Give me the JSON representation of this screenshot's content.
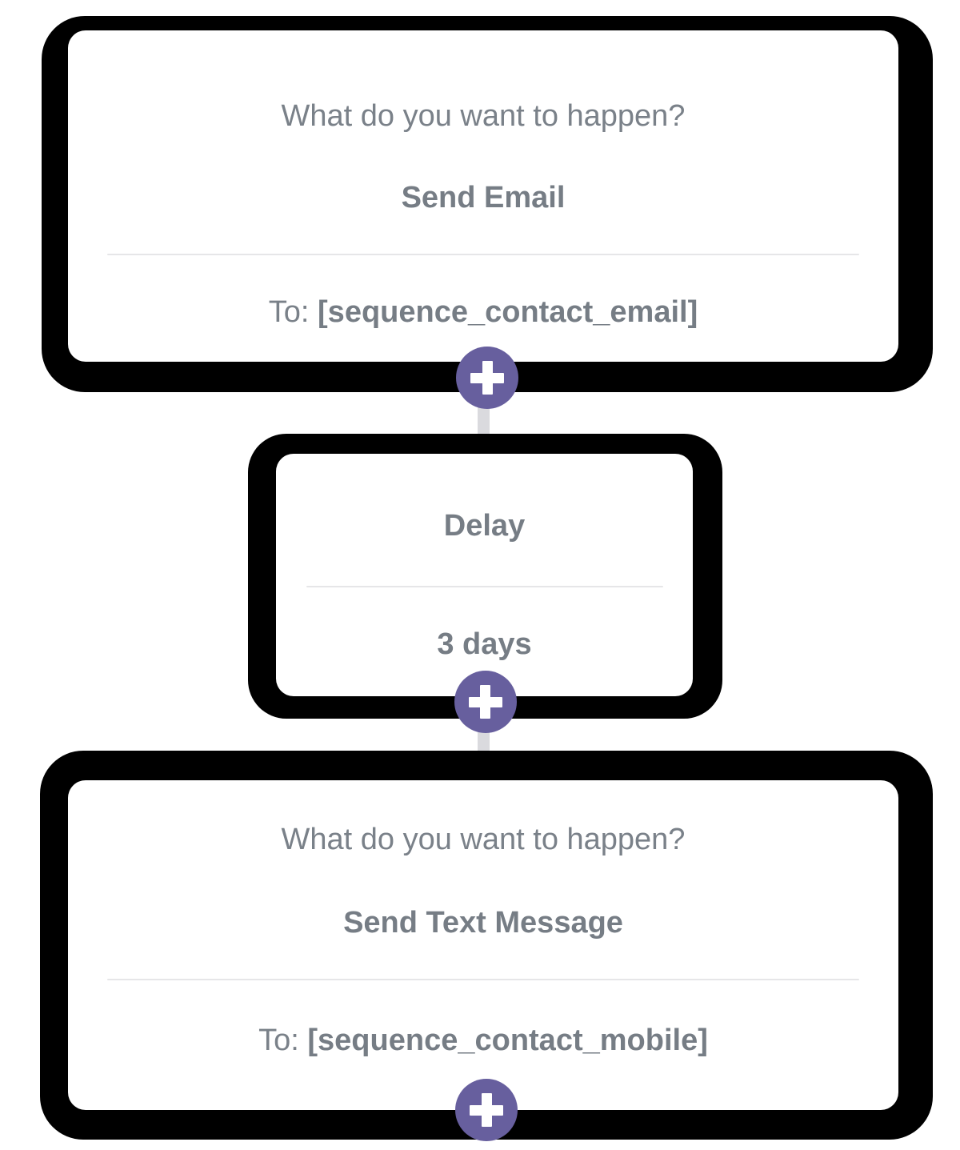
{
  "theme": {
    "accent_color": "#675f9e",
    "outline_color": "#000000",
    "card_color": "#ffffff",
    "text_color": "#7a8189",
    "bold_text_color": "#767d85",
    "divider_color": "#e6e6e8",
    "connector_color": "#dadade"
  },
  "sequence": {
    "steps": [
      {
        "id": "step-send-email",
        "prompt": "What do you want to happen?",
        "action": "Send Email",
        "detail_label": "To: ",
        "detail_token": "[sequence_contact_email]",
        "add_icon": "plus-icon",
        "add_label": "Add step after Send Email"
      },
      {
        "id": "step-delay",
        "action": "Delay",
        "detail_value": "3 days",
        "add_icon": "plus-icon",
        "add_label": "Add step after Delay"
      },
      {
        "id": "step-send-text-message",
        "prompt": "What do you want to happen?",
        "action": "Send Text Message",
        "detail_label": "To: ",
        "detail_token": "[sequence_contact_mobile]",
        "add_icon": "plus-icon",
        "add_label": "Add step after Send Text Message"
      }
    ]
  }
}
